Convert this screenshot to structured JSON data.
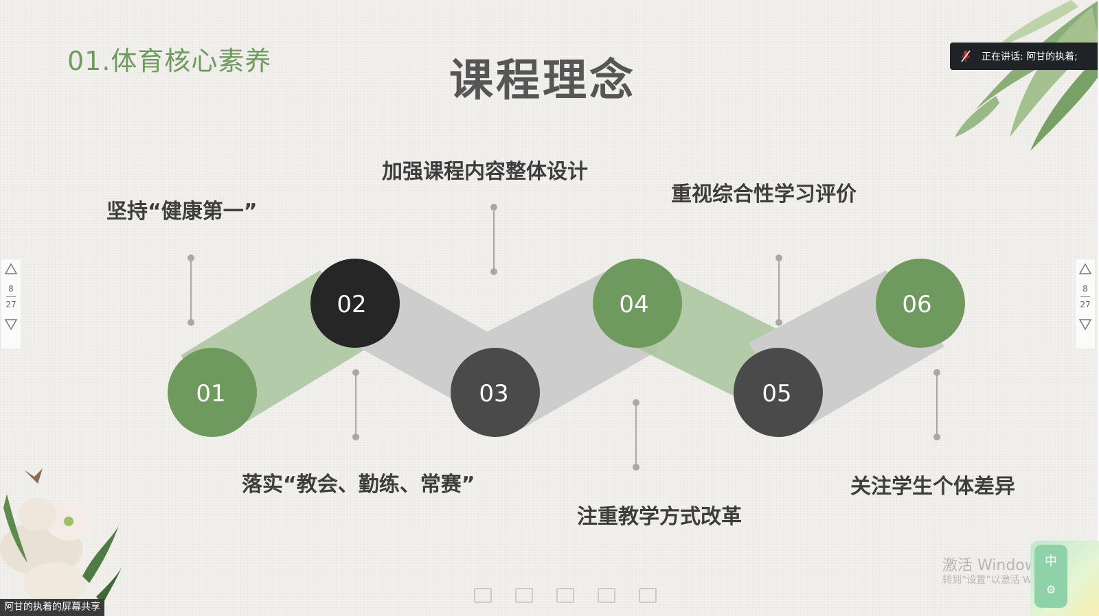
{
  "slide": {
    "section_title": "01.体育核心素养",
    "main_title": "课程理念",
    "items": [
      {
        "number": "01",
        "label": "坚持“健康第一”"
      },
      {
        "number": "02",
        "label": "落实“教会、勤练、常赛”"
      },
      {
        "number": "03",
        "label": "加强课程内容整体设计"
      },
      {
        "number": "04",
        "label": "注重教学方式改革"
      },
      {
        "number": "05",
        "label": "重视综合性学习评价"
      },
      {
        "number": "06",
        "label": "关注学生个体差异"
      }
    ]
  },
  "speaker_bar": {
    "text": "正在讲话: 阿甘的执着;",
    "icon": "mic-muted-icon"
  },
  "pager_left": {
    "current": "8",
    "total": "27"
  },
  "pager_right": {
    "current": "8",
    "total": "27"
  },
  "share": {
    "label": "阿甘的执着的屏幕共享"
  },
  "watermark": {
    "line1": "激活 Windows",
    "line2": "转到“设置”以激活 Windows。"
  },
  "widget": {
    "text": "中"
  },
  "colors": {
    "green": "#6e9b5d",
    "dark": "#262626",
    "gray": "#4a4a4a",
    "ribbon_gray": "#cdcdcd",
    "ribbon_green": "#a9c49c"
  }
}
